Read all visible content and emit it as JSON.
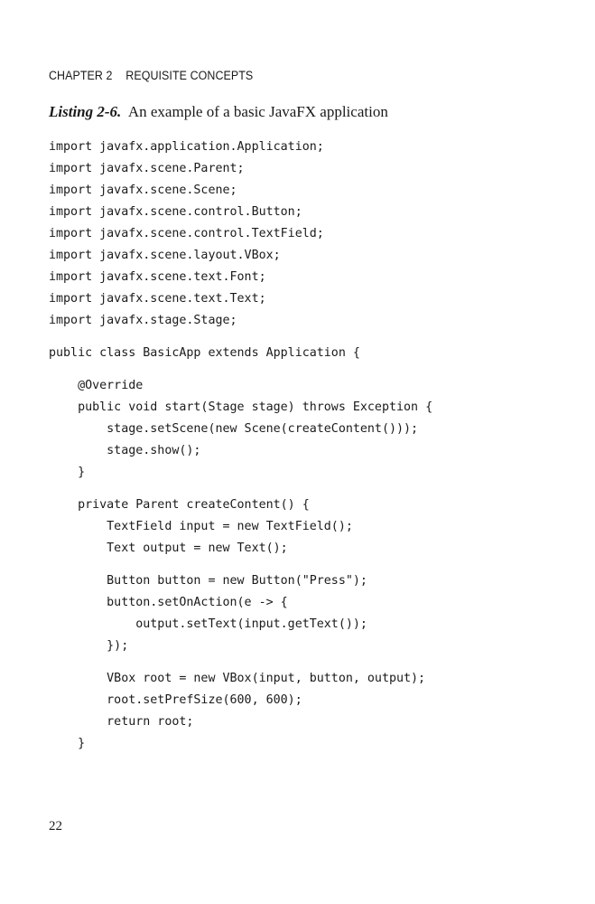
{
  "header": {
    "chapter": "CHAPTER 2",
    "section": "REQUISITE CONCEPTS"
  },
  "caption": {
    "label": "Listing 2-6.",
    "text": "An example of a basic JavaFX application"
  },
  "code_lines": [
    "import javafx.application.Application;",
    "import javafx.scene.Parent;",
    "import javafx.scene.Scene;",
    "import javafx.scene.control.Button;",
    "import javafx.scene.control.TextField;",
    "import javafx.scene.layout.VBox;",
    "import javafx.scene.text.Font;",
    "import javafx.scene.text.Text;",
    "import javafx.stage.Stage;",
    "public class BasicApp extends Application {",
    "    @Override",
    "    public void start(Stage stage) throws Exception {",
    "        stage.setScene(new Scene(createContent()));",
    "        stage.show();",
    "    }",
    "    private Parent createContent() {",
    "        TextField input = new TextField();",
    "        Text output = new Text();",
    "        Button button = new Button(\"Press\");",
    "        button.setOnAction(e -> {",
    "            output.setText(input.getText());",
    "        });",
    "        VBox root = new VBox(input, button, output);",
    "        root.setPrefSize(600, 600);",
    "        return root;",
    "    }"
  ],
  "page_number": "22"
}
